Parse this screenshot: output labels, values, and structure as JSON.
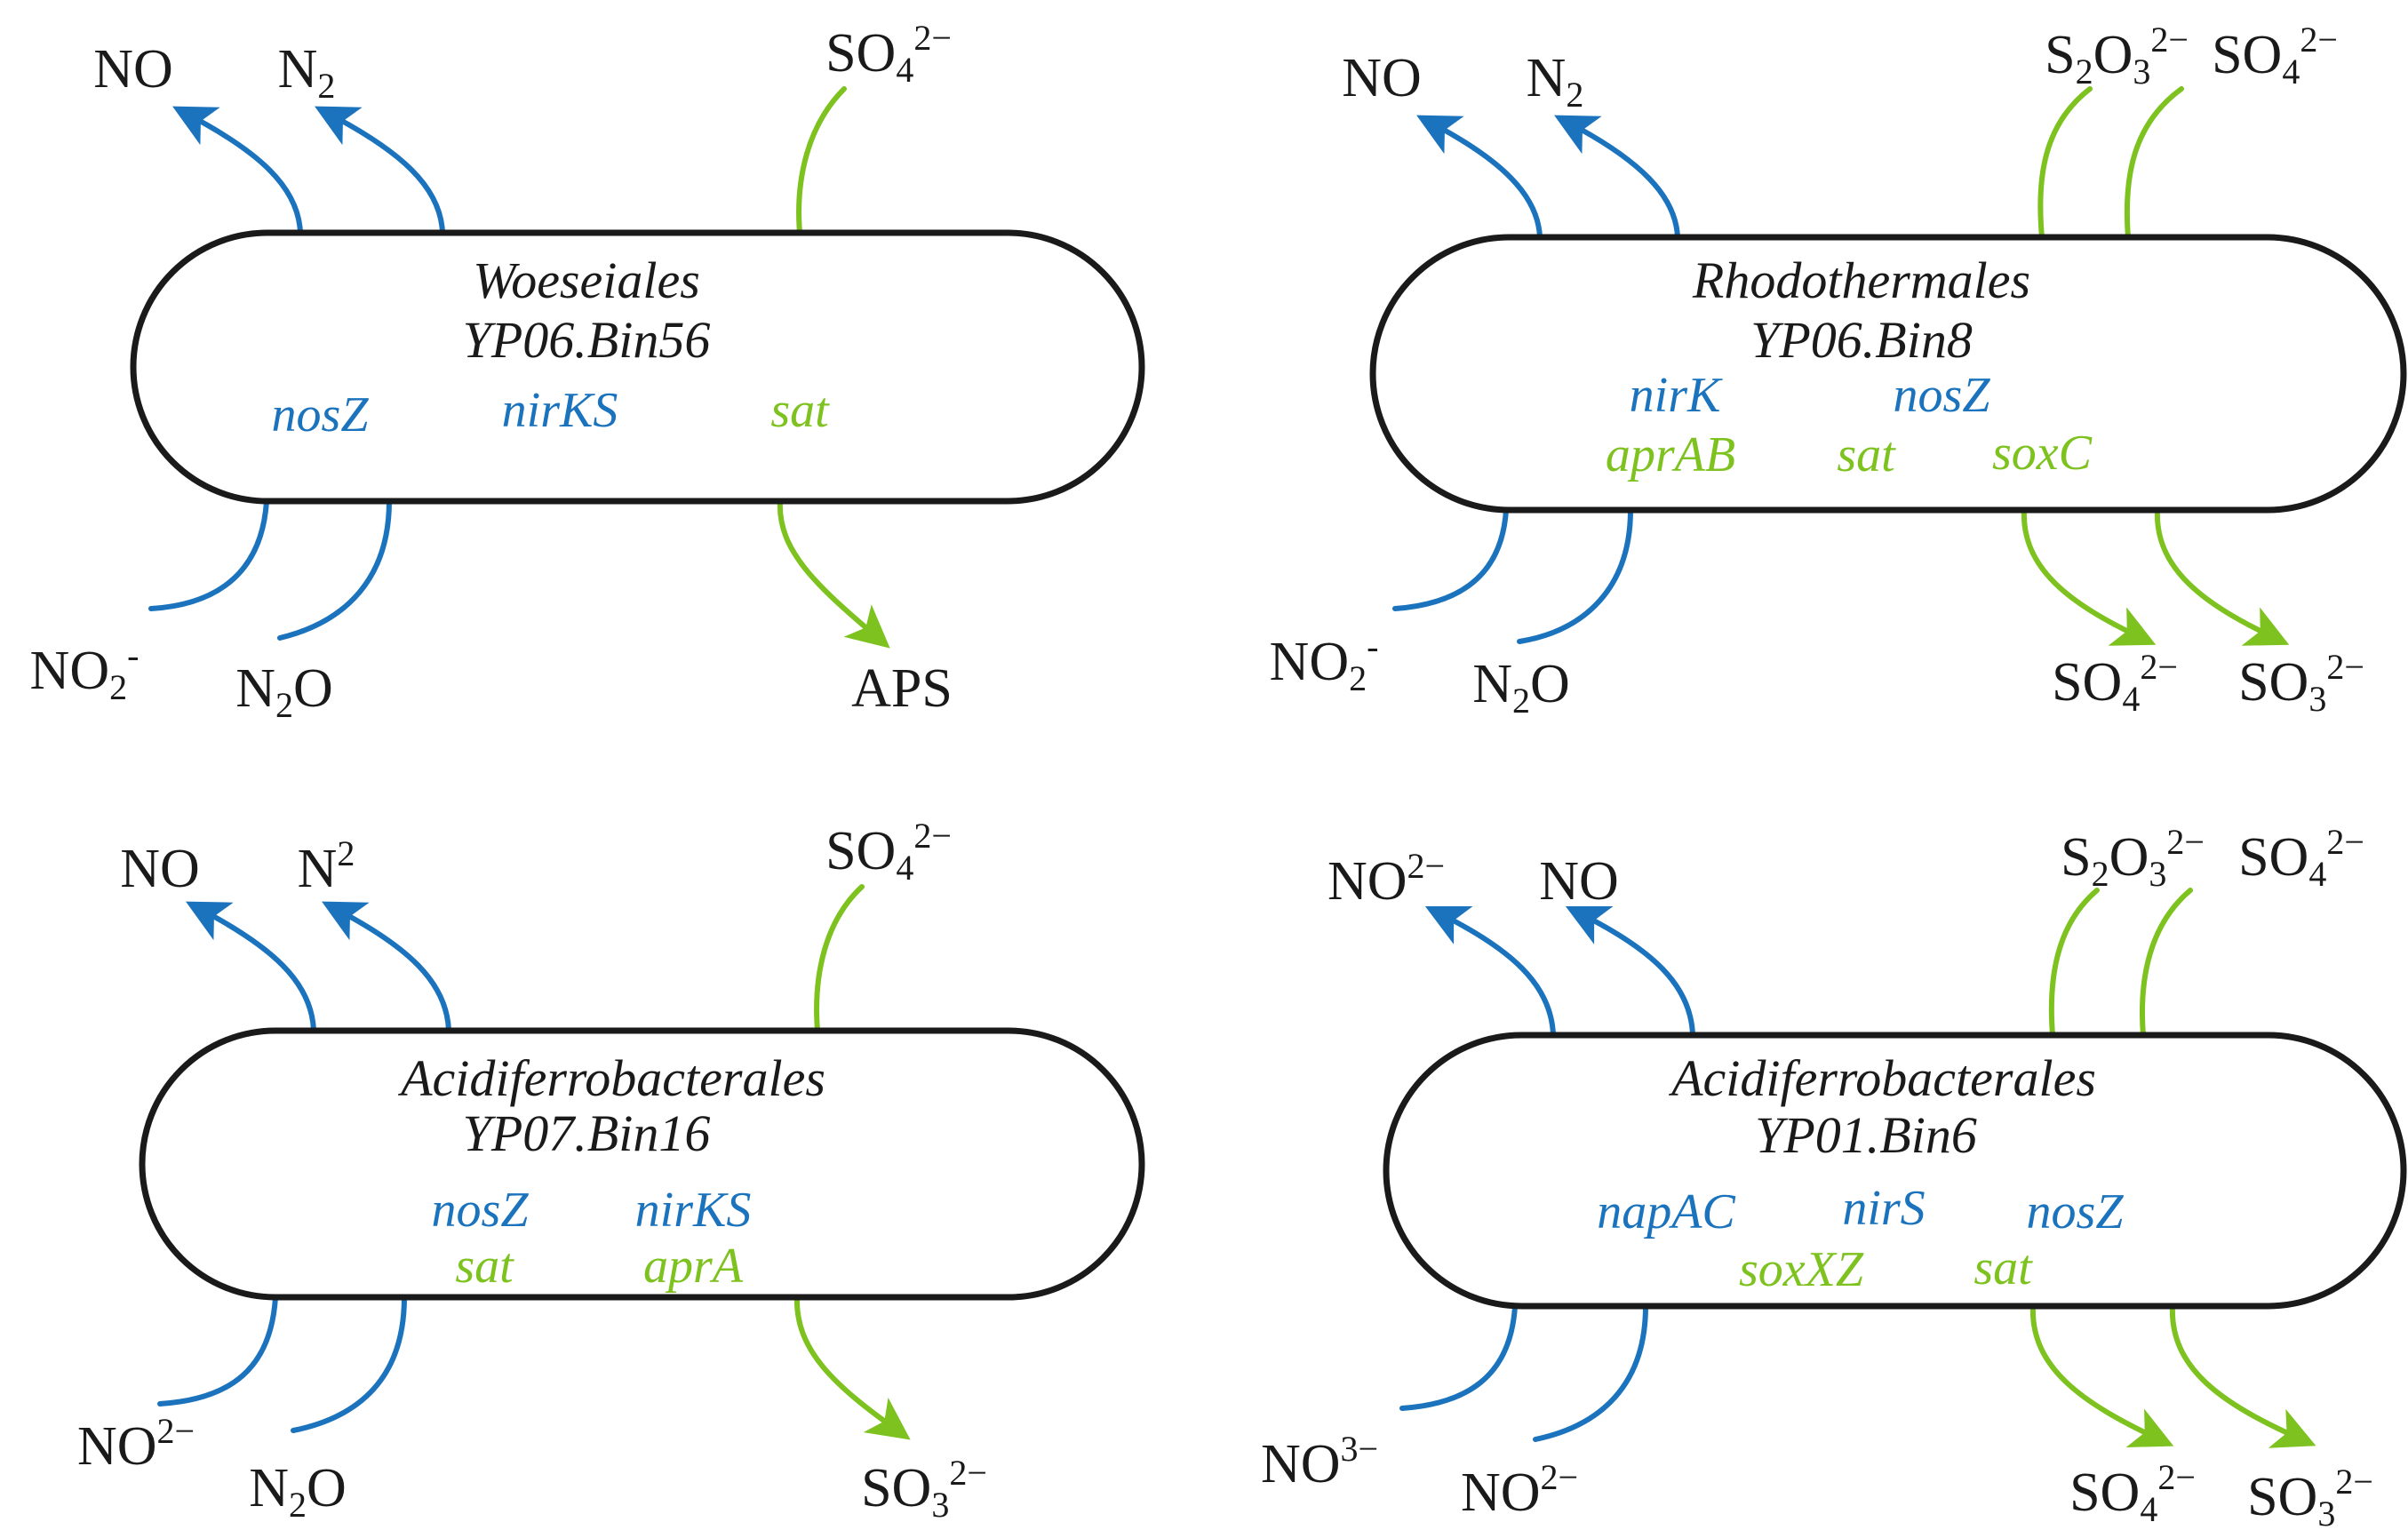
{
  "colors": {
    "nitrogen": "#1a73bc",
    "sulfur": "#7dc21e",
    "outline": "#1a1a1a",
    "text": "#1a1a1a"
  },
  "panels": [
    {
      "taxon": "Woeseiales",
      "bin": "YP06.Bin56",
      "genes": [
        {
          "text": "nosZ",
          "pathway": "nitrogen"
        },
        {
          "text": "nirKS",
          "pathway": "nitrogen"
        },
        {
          "text": "sat",
          "pathway": "sulfur"
        }
      ],
      "flows": [
        {
          "pathway": "nitrogen",
          "direction": "out",
          "species": "NO",
          "sub": "",
          "sup": ""
        },
        {
          "pathway": "nitrogen",
          "direction": "out",
          "species": "N",
          "sub": "2",
          "sup": ""
        },
        {
          "pathway": "sulfur",
          "direction": "in",
          "species": "SO",
          "sub": "4",
          "sup": "2−"
        },
        {
          "pathway": "nitrogen",
          "direction": "in",
          "species": "NO",
          "sub": "2",
          "sup": "-"
        },
        {
          "pathway": "nitrogen",
          "direction": "in",
          "species": "N",
          "sub": "2",
          "sup": "",
          "tail": "O"
        },
        {
          "pathway": "sulfur",
          "direction": "out",
          "species": "APS",
          "sub": "",
          "sup": ""
        }
      ]
    },
    {
      "taxon": "Rhodothermales",
      "bin": "YP06.Bin8",
      "genes": [
        {
          "text": "nirK",
          "pathway": "nitrogen"
        },
        {
          "text": "nosZ",
          "pathway": "nitrogen"
        },
        {
          "text": "aprAB",
          "pathway": "sulfur"
        },
        {
          "text": "sat",
          "pathway": "sulfur"
        },
        {
          "text": "soxC",
          "pathway": "sulfur"
        }
      ],
      "flows": [
        {
          "pathway": "nitrogen",
          "direction": "out",
          "species": "NO",
          "sub": "",
          "sup": ""
        },
        {
          "pathway": "nitrogen",
          "direction": "out",
          "species": "N",
          "sub": "2",
          "sup": ""
        },
        {
          "pathway": "sulfur",
          "direction": "in",
          "species": "S",
          "sub": "2",
          "sup": "2−",
          "mid": "O",
          "sub2": "3"
        },
        {
          "pathway": "sulfur",
          "direction": "in",
          "species": "SO",
          "sub": "4",
          "sup": "2−"
        },
        {
          "pathway": "nitrogen",
          "direction": "in",
          "species": "NO",
          "sub": "2",
          "sup": "-"
        },
        {
          "pathway": "nitrogen",
          "direction": "in",
          "species": "N",
          "sub": "2",
          "sup": "",
          "tail": "O"
        },
        {
          "pathway": "sulfur",
          "direction": "out",
          "species": "SO",
          "sub": "4",
          "sup": "2−"
        },
        {
          "pathway": "sulfur",
          "direction": "out",
          "species": "SO",
          "sub": "3",
          "sup": "2−"
        }
      ]
    },
    {
      "taxon": "Acidiferrobacterales",
      "bin": "YP07.Bin16",
      "genes": [
        {
          "text": "nosZ",
          "pathway": "nitrogen"
        },
        {
          "text": "nirKS",
          "pathway": "nitrogen"
        },
        {
          "text": "sat",
          "pathway": "sulfur"
        },
        {
          "text": "aprA",
          "pathway": "sulfur"
        }
      ],
      "flows": [
        {
          "pathway": "nitrogen",
          "direction": "out",
          "species": "NO",
          "sub": "",
          "sup": ""
        },
        {
          "pathway": "nitrogen",
          "direction": "out",
          "species": "N",
          "sub": "",
          "sup": "2"
        },
        {
          "pathway": "sulfur",
          "direction": "in",
          "species": "SO",
          "sub": "4",
          "sup": "2−"
        },
        {
          "pathway": "nitrogen",
          "direction": "in",
          "species": "NO",
          "sub": "",
          "sup": "2−"
        },
        {
          "pathway": "nitrogen",
          "direction": "in",
          "species": "N",
          "sub": "2",
          "sup": "",
          "tail": "O"
        },
        {
          "pathway": "sulfur",
          "direction": "out",
          "species": "SO",
          "sub": "3",
          "sup": "2−"
        }
      ]
    },
    {
      "taxon": "Acidiferrobacterales",
      "bin": "YP01.Bin6",
      "genes": [
        {
          "text": "napAC",
          "pathway": "nitrogen"
        },
        {
          "text": "nirS",
          "pathway": "nitrogen"
        },
        {
          "text": "nosZ",
          "pathway": "nitrogen"
        },
        {
          "text": "soxXZ",
          "pathway": "sulfur"
        },
        {
          "text": "sat",
          "pathway": "sulfur"
        }
      ],
      "flows": [
        {
          "pathway": "nitrogen",
          "direction": "out",
          "species": "NO",
          "sub": "",
          "sup": "2−"
        },
        {
          "pathway": "nitrogen",
          "direction": "out",
          "species": "NO",
          "sub": "",
          "sup": ""
        },
        {
          "pathway": "sulfur",
          "direction": "in",
          "species": "S",
          "sub": "2",
          "sup": "2−",
          "mid": "O",
          "sub2": "3"
        },
        {
          "pathway": "sulfur",
          "direction": "in",
          "species": "SO",
          "sub": "4",
          "sup": "2−"
        },
        {
          "pathway": "nitrogen",
          "direction": "in",
          "species": "NO",
          "sub": "",
          "sup": "3−"
        },
        {
          "pathway": "nitrogen",
          "direction": "in",
          "species": "NO",
          "sub": "",
          "sup": "2−"
        },
        {
          "pathway": "sulfur",
          "direction": "out",
          "species": "SO",
          "sub": "4",
          "sup": "2−"
        },
        {
          "pathway": "sulfur",
          "direction": "out",
          "species": "SO",
          "sub": "3",
          "sup": "2−"
        }
      ]
    }
  ]
}
